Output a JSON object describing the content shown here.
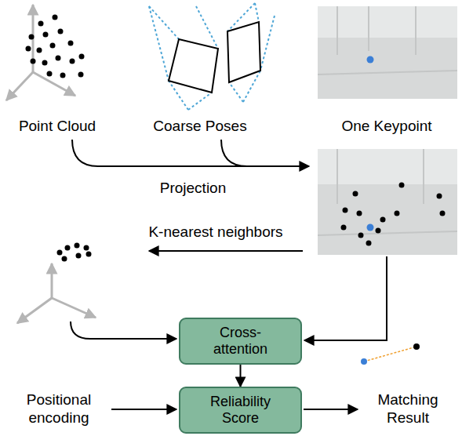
{
  "diagram": {
    "nodes": [
      {
        "text": [
          "Cross-attention"
        ]
      },
      {
        "text": [
          "Reliability Score"
        ]
      }
    ],
    "edges": [
      {
        "from": 0,
        "to": 1,
        "arrow": "to"
      }
    ],
    "labels": [
      "Point Cloud",
      "Coarse Poses",
      "One Keypoint",
      "Projection",
      "K-nearest neighbors",
      "Positional encoding",
      "Matching Result"
    ]
  }
}
